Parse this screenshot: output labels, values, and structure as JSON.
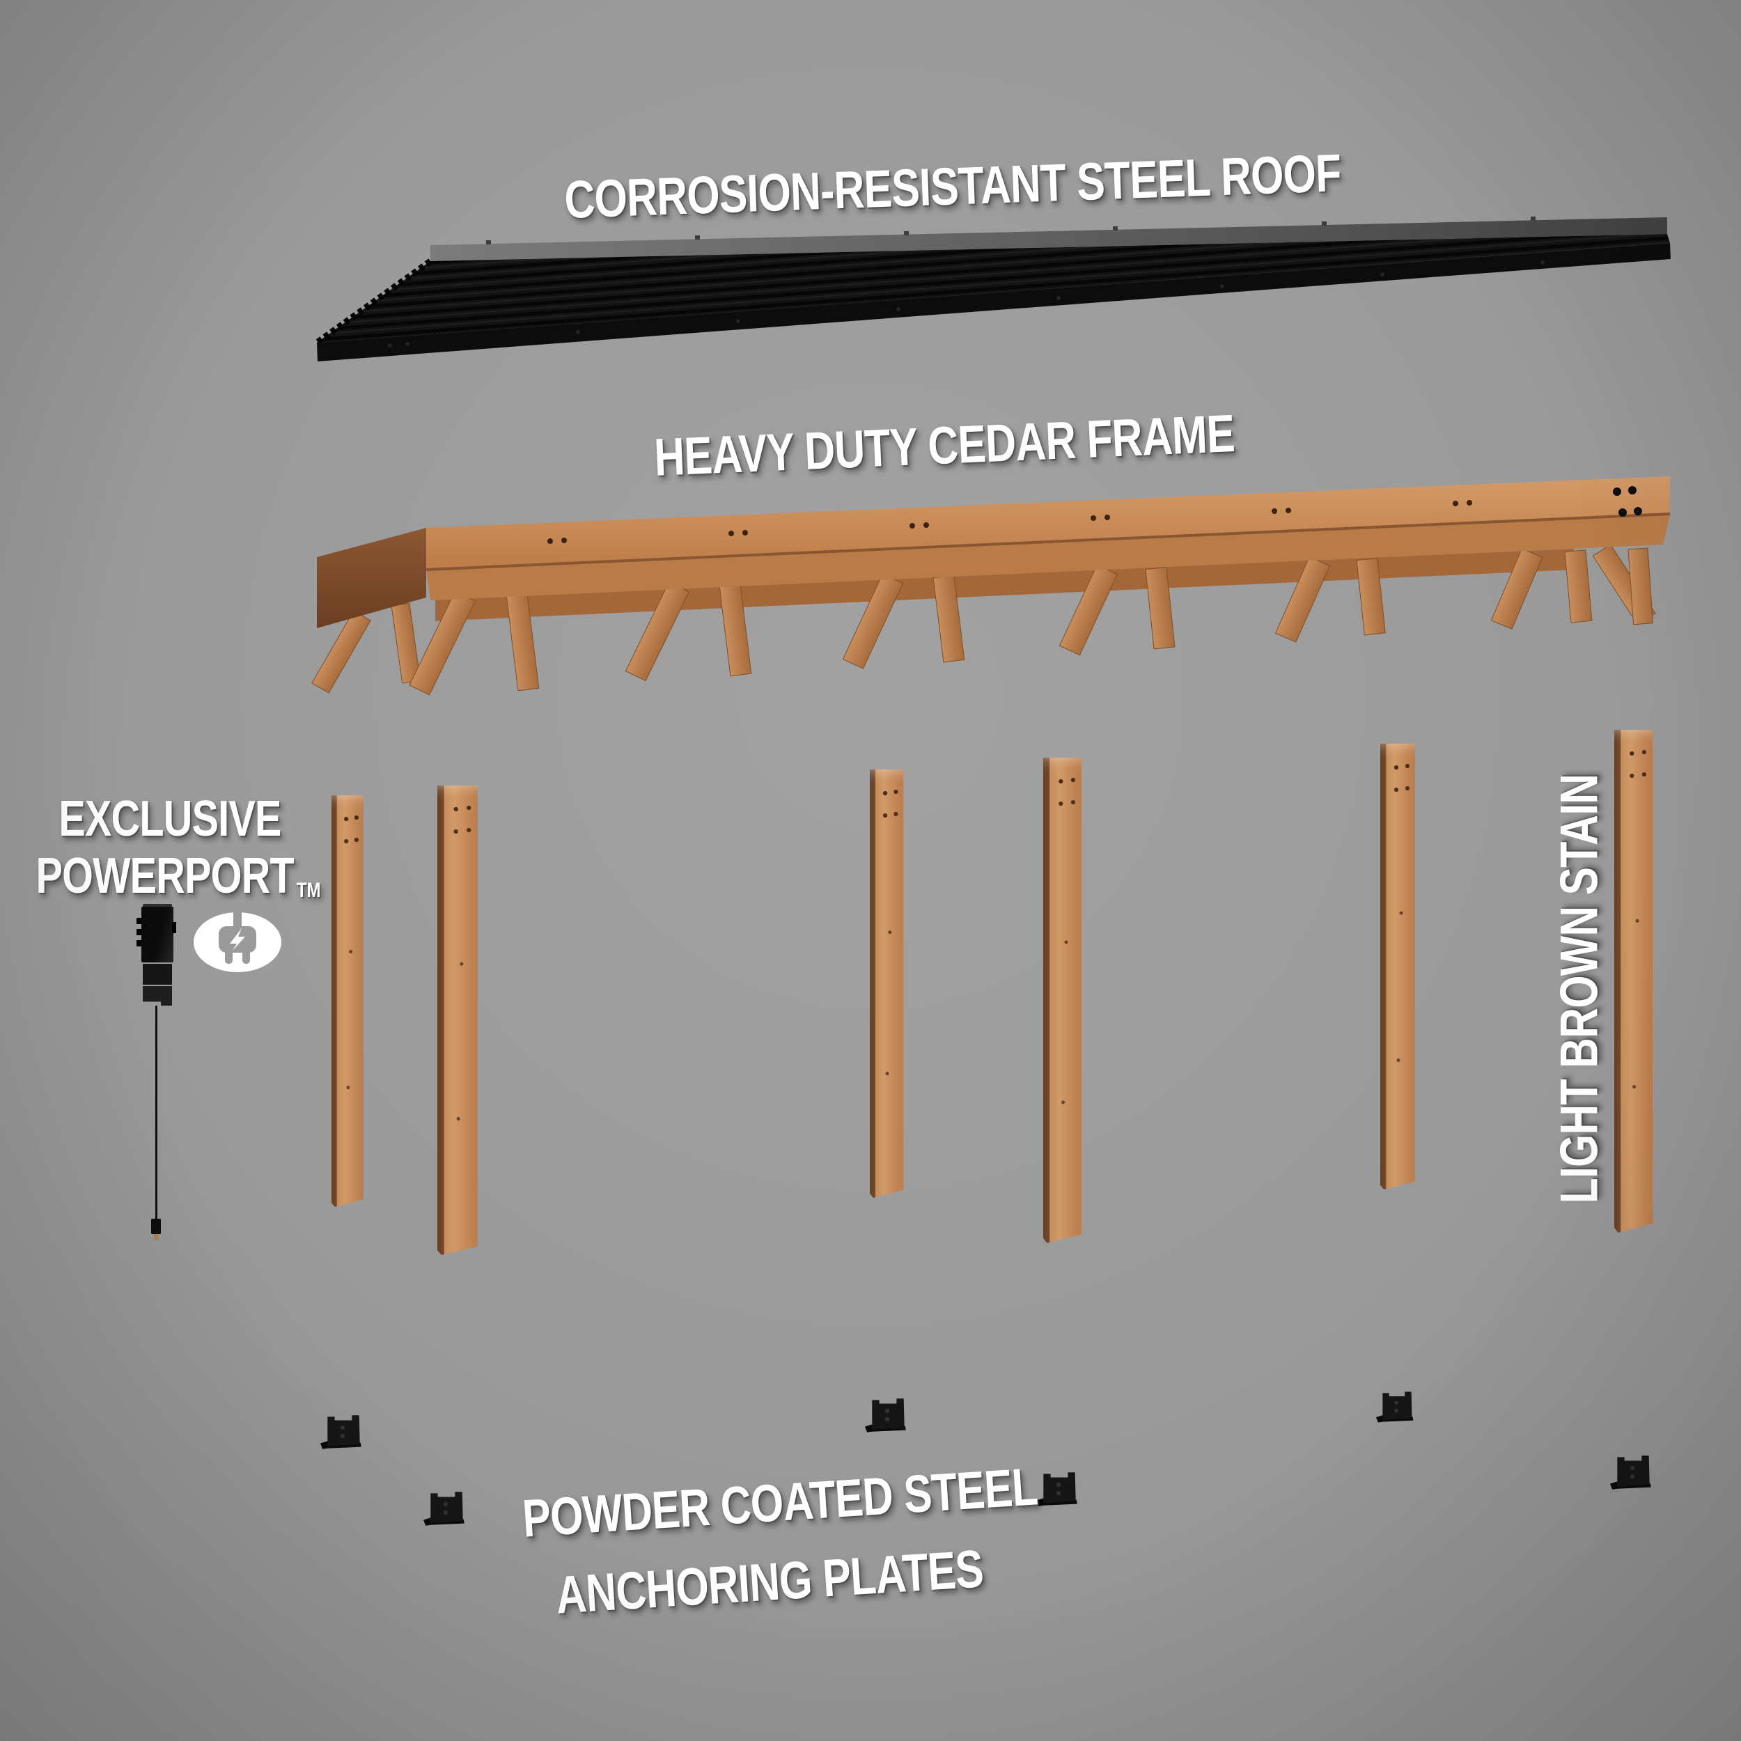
{
  "page": {
    "background_color": "#9a9a9a",
    "text_color": "#ffffff"
  },
  "labels": {
    "roof": "CORROSION-RESISTANT STEEL ROOF",
    "frame": "HEAVY DUTY CEDAR FRAME",
    "powerport_line1": "EXCLUSIVE",
    "powerport_line2": "POWERPORT",
    "powerport_tm": "TM",
    "stain": "LIGHT BROWN STAIN",
    "anchors_line1": "POWDER COATED STEEL",
    "anchors_line2": "ANCHORING PLATES"
  },
  "icons": {
    "power_plug": "power-plug-icon"
  },
  "components": {
    "steel_roof": {
      "color": "#121212",
      "top_band_color": "#6e6e6e"
    },
    "cedar_frame": {
      "color": "#c68c5a",
      "dark_side_color": "#7d4e28"
    },
    "posts": {
      "count": 6,
      "color": "#c78d5b"
    },
    "powerport_device": {
      "color": "#121212"
    },
    "anchor_plates": {
      "count": 6,
      "color": "#151515"
    }
  }
}
